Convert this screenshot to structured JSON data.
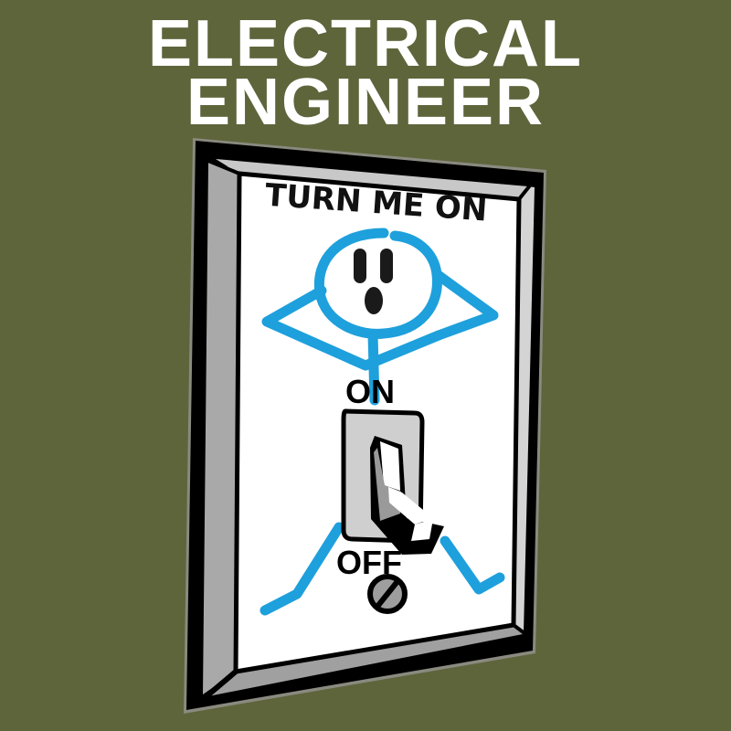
{
  "title": {
    "line1": "ELECTRICAL",
    "line2": "ENGINEER"
  },
  "plate": {
    "caption": "TURN ME ON",
    "on_label": "ON",
    "off_label": "OFF"
  },
  "icons": {
    "figure": "outlet-face-stick-figure",
    "switch": "toggle-switch",
    "screw": "screw-icon"
  },
  "colors": {
    "background": "#5e653b",
    "title_text": "#ffffff",
    "figure_blue": "#1ea0dc",
    "plate_face": "#ffffff",
    "bevel_gray": "#a8a8a8",
    "outline": "#000000"
  }
}
